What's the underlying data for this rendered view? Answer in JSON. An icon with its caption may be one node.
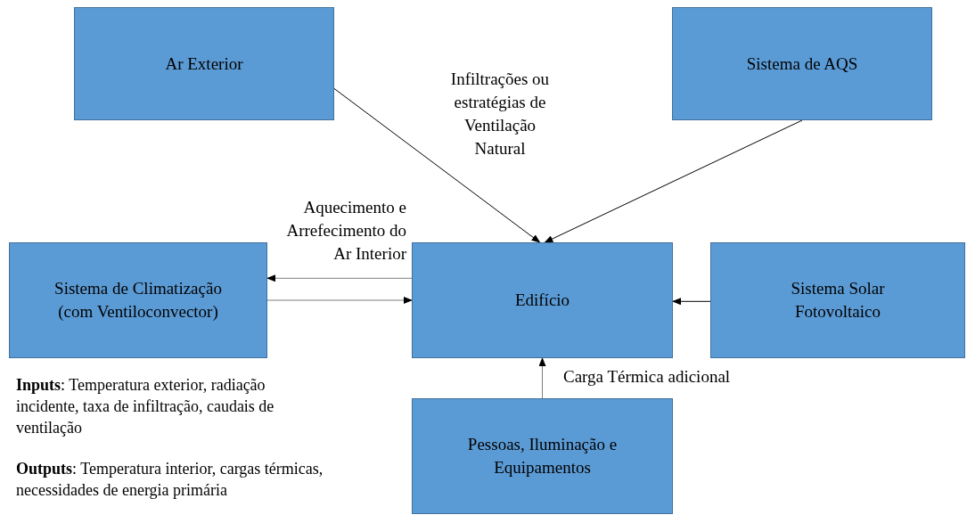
{
  "diagram": {
    "nodes": [
      {
        "text": [
          "Ar Exterior"
        ]
      },
      {
        "text": [
          "Sistema de AQS"
        ]
      },
      {
        "text": [
          "Sistema de Climatização (com Ventiloconvector)"
        ]
      },
      {
        "text": [
          "Edifício"
        ]
      },
      {
        "text": [
          "Sistema Solar Fotovoltaico"
        ]
      },
      {
        "text": [
          "Pessoas, Iluminação e Equipamentos"
        ]
      }
    ],
    "edges": [
      {
        "from": 0,
        "to": 3,
        "arrow": "to",
        "label": "Infiltrações ou estratégias de Ventilação Natural"
      },
      {
        "from": 1,
        "to": 3,
        "arrow": "to"
      },
      {
        "from": 3,
        "to": 2,
        "arrow": "to",
        "label": "Aquecimento e Arrefecimento do Ar Interior",
        "color": "#7f7f7f"
      },
      {
        "from": 2,
        "to": 3,
        "arrow": "to",
        "color": "#7f7f7f"
      },
      {
        "from": 4,
        "to": 3,
        "arrow": "to"
      },
      {
        "from": 5,
        "to": 3,
        "arrow": "to",
        "label": "Carga Térmica adicional",
        "color": "#7f7f7f"
      }
    ],
    "labels": [
      "**Inputs**: Temperatura exterior, radiação incidente, taxa de infiltração, caudais de ventilação",
      "**Outputs**: Temperatura interior, cargas térmicas, necessidades de energia primária"
    ]
  }
}
